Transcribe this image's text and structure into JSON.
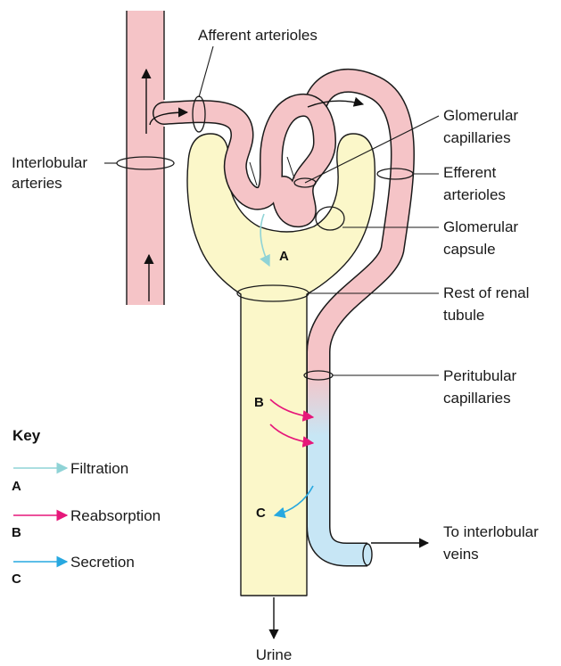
{
  "labels": {
    "afferent": "Afferent arterioles",
    "interlobular_line1": "Interlobular",
    "interlobular_line2": "arteries",
    "glomerular_cap_line1": "Glomerular",
    "glomerular_cap_line2": "capillaries",
    "efferent_line1": "Efferent",
    "efferent_line2": "arterioles",
    "capsule_line1": "Glomerular",
    "capsule_line2": "capsule",
    "rest_line1": "Rest of renal",
    "rest_line2": "tubule",
    "peritubular_line1": "Peritubular",
    "peritubular_line2": "capillaries",
    "veins_line1": "To interlobular",
    "veins_line2": "veins",
    "urine": "Urine"
  },
  "markers": {
    "a": "A",
    "b": "B",
    "c": "C"
  },
  "key": {
    "title": "Key",
    "items": [
      {
        "letter": "A",
        "label": "Filtration",
        "color": "#8fd3d6"
      },
      {
        "letter": "B",
        "label": "Reabsorption",
        "color": "#e6177a"
      },
      {
        "letter": "C",
        "label": "Secretion",
        "color": "#27a8e0"
      }
    ]
  },
  "colors": {
    "artery": "#f5c4c7",
    "tubule": "#fbf7c9",
    "peritubular": "#c7e6f5",
    "outline": "#1a1a1a"
  }
}
